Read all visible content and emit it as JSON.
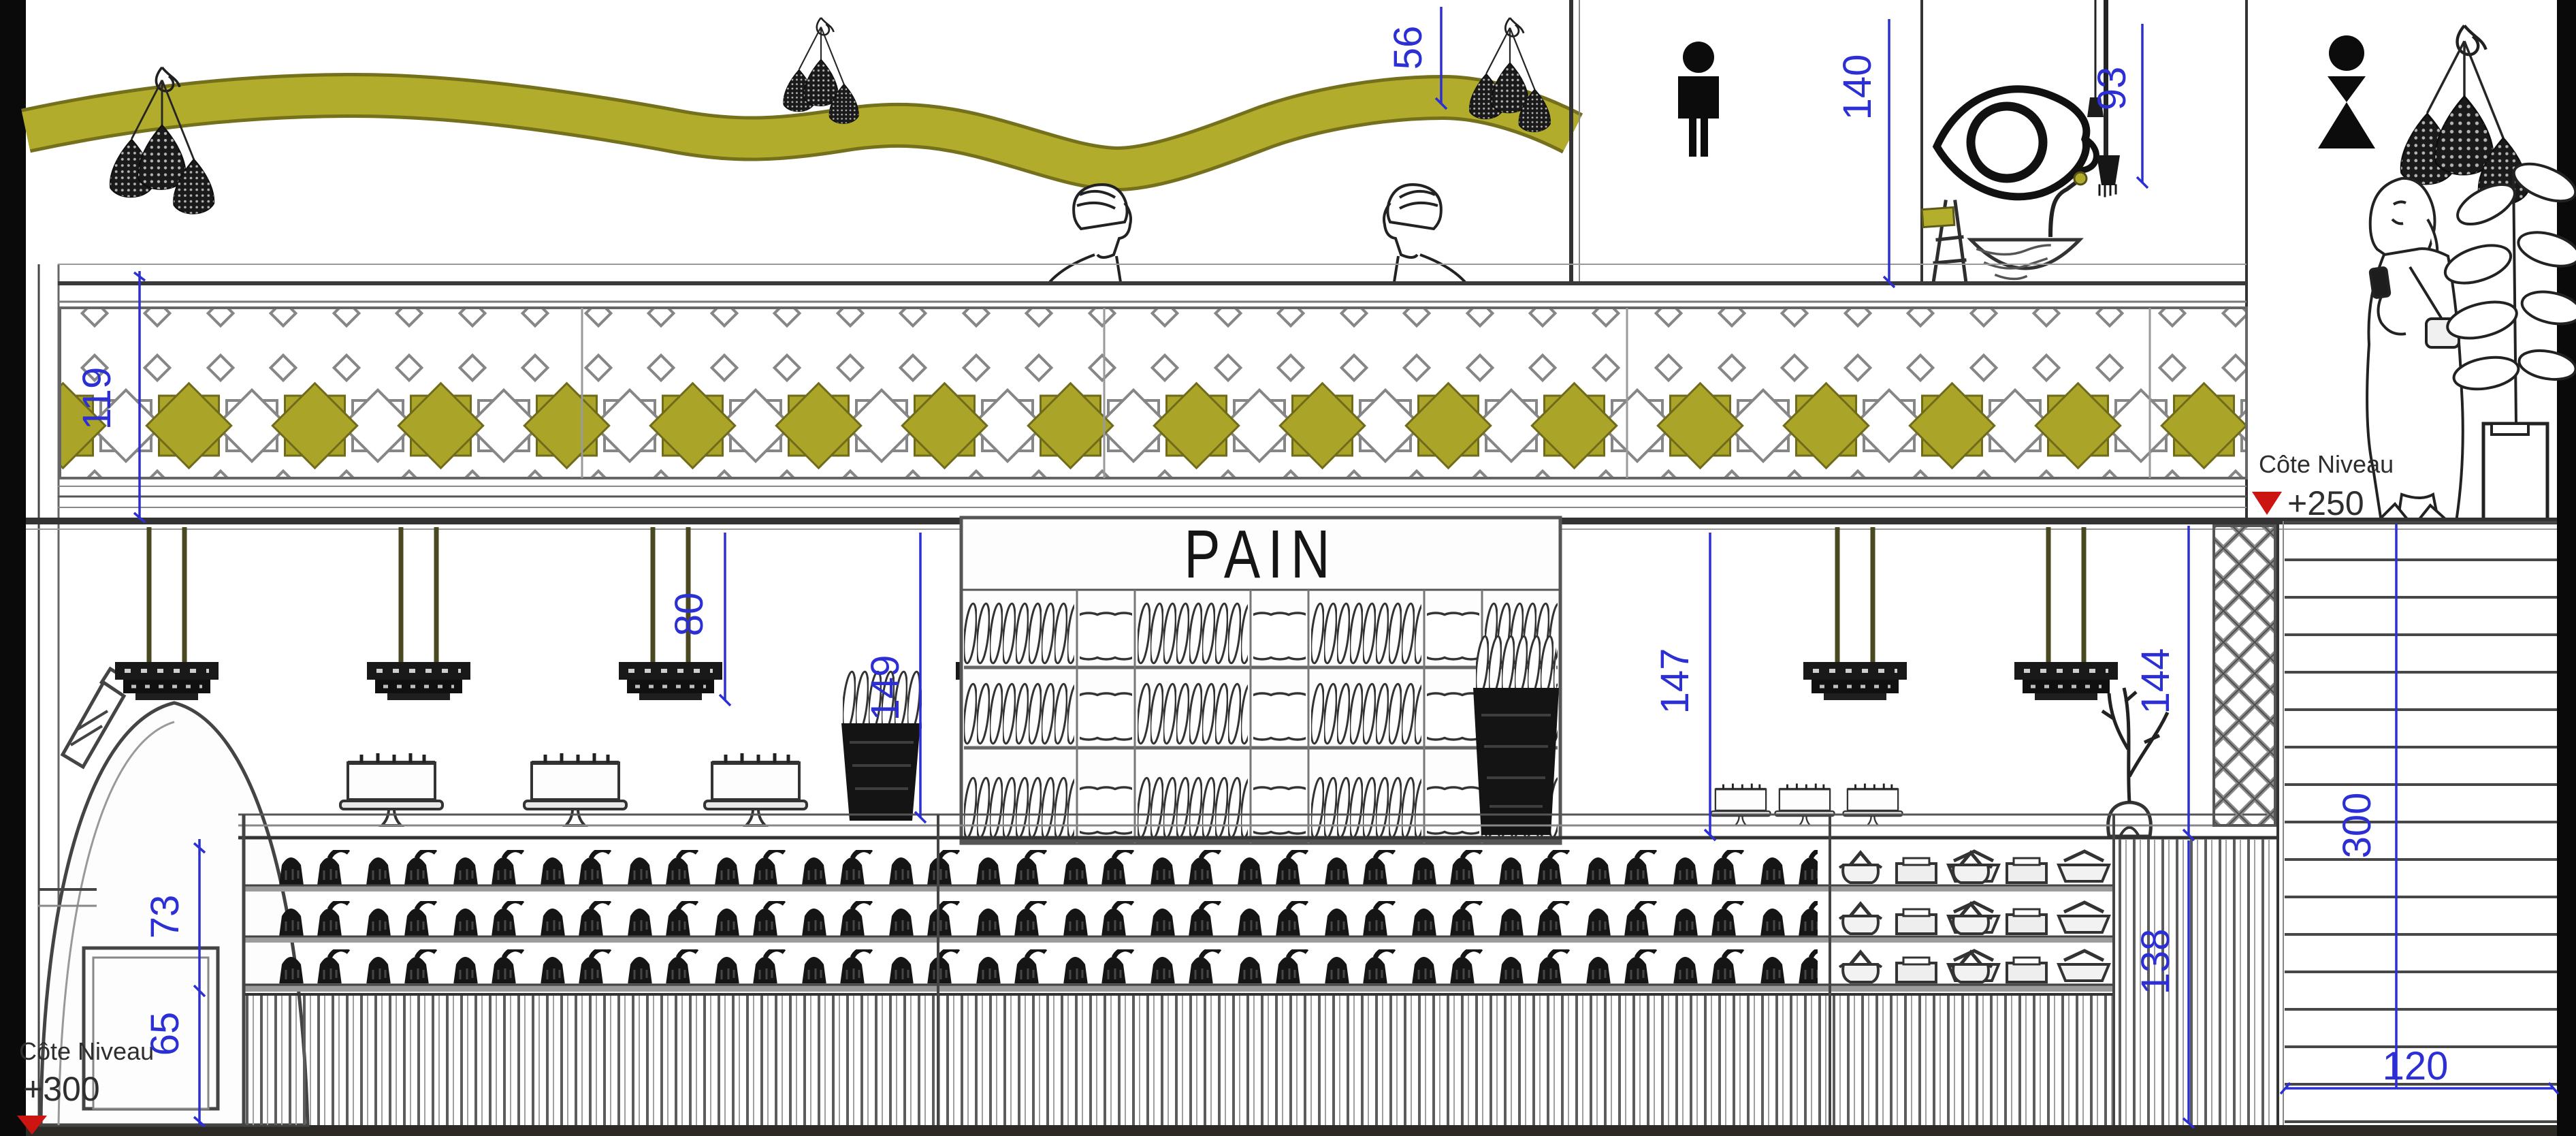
{
  "sign": {
    "label": "PAIN"
  },
  "levels": {
    "upper": {
      "label": "Côte Niveau",
      "value": "+250"
    },
    "lower": {
      "label": "Côte Niveau",
      "value": "+300"
    }
  },
  "dimensions": {
    "pendant_to_wave": "56",
    "wc_wall_height": "140",
    "mirror_zone_height": "93",
    "balustrade_height": "119",
    "pendant_drop": "80",
    "left_case_height": "149",
    "right_case_height": "147",
    "screen_height": "144",
    "display_top_height": "73",
    "base_height": "65",
    "counter_height": "138",
    "stair_total_rise": "300",
    "stair_width": "120"
  },
  "icons": [
    "male-pictogram-icon",
    "female-pictogram-icon",
    "eye-mirror",
    "level-marker-triangle",
    "mesh-pendant-lamp",
    "pot-pendant-lamp"
  ],
  "colors": {
    "accent_olive": "#b0ab2b",
    "accent_olive_dark": "#716d1c",
    "dimension_blue": "#2b2fd4",
    "level_marker_red": "#cc1410",
    "line_dark": "#3a3a3a",
    "silhouette_black": "#0d0d0d"
  }
}
